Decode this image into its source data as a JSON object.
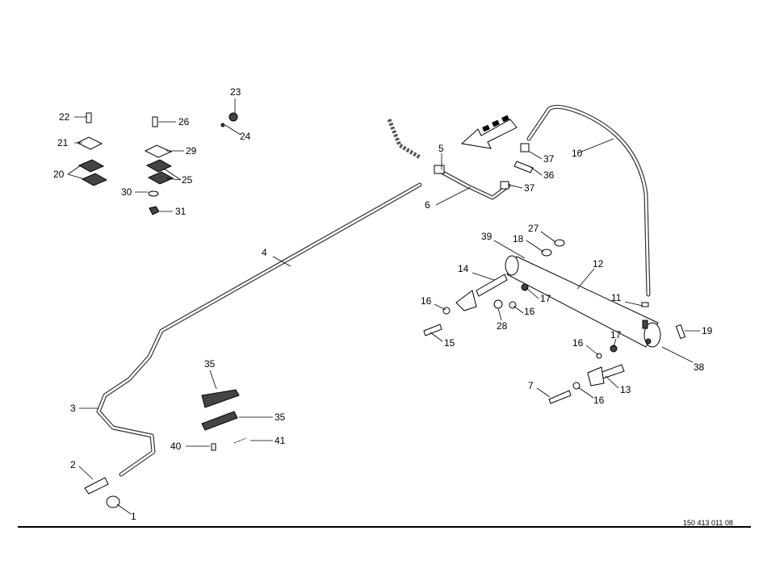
{
  "diagram": {
    "document_number": "150 413 011 08",
    "callouts": [
      "22",
      "21",
      "20",
      "23",
      "24",
      "26",
      "29",
      "25",
      "30",
      "31",
      "5",
      "10",
      "37",
      "36",
      "37",
      "6",
      "27",
      "18",
      "39",
      "12",
      "14",
      "11",
      "16",
      "17",
      "16",
      "28",
      "19",
      "15",
      "17",
      "16",
      "38",
      "7",
      "16",
      "13",
      "4",
      "35",
      "35",
      "3",
      "40",
      "41",
      "2",
      "1"
    ]
  }
}
